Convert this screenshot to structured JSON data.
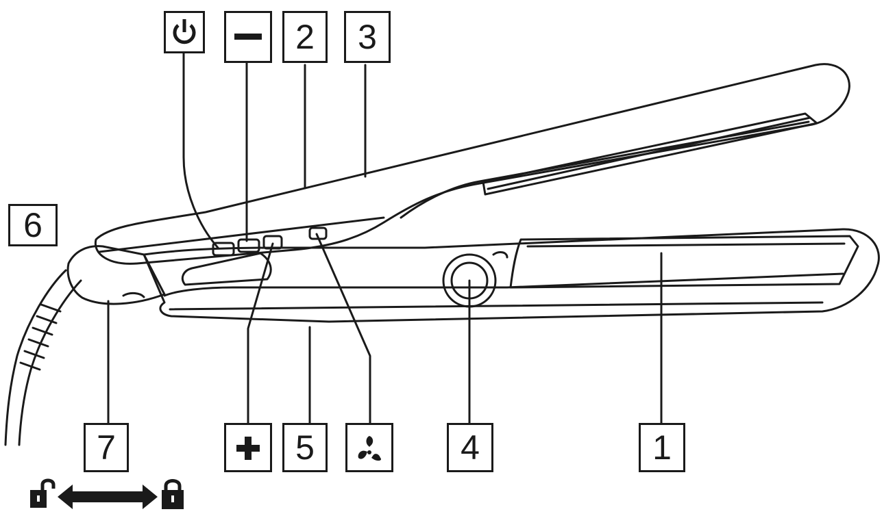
{
  "callouts": {
    "c1": "1",
    "c2": "2",
    "c3": "3",
    "c4": "4",
    "c5": "5",
    "c6": "6",
    "c7": "7"
  },
  "icons": {
    "power": "power-icon",
    "minus": "minus-icon",
    "plus": "plus-icon",
    "ionic": "ionic-icon",
    "unlock": "unlocked-padlock-icon",
    "lock": "locked-padlock-icon",
    "arrow": "double-arrow-icon"
  },
  "colors": {
    "line": "#1a1a1a",
    "fill": "#ffffff"
  }
}
